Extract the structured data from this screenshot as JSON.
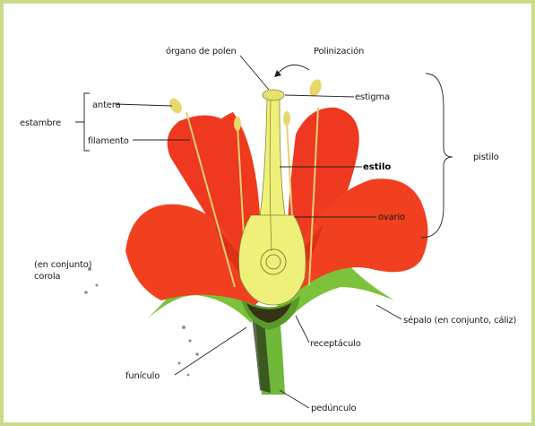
{
  "labels": {
    "pollen_organ": "órgano de polen",
    "pollination": "Polinización",
    "stamens": "estambre",
    "anther": "antera",
    "filament": "filamento",
    "stigma": "estigma",
    "style": "estilo",
    "pistil": "pistilo",
    "ovary": "ovario",
    "corolla": "(en conjunto) corola",
    "sepal": "sépalo (en conjunto, cáliz)",
    "receptacle": "receptáculo",
    "funiculus": "funículo",
    "peduncle": "pedúnculo"
  },
  "colors": {
    "petal": "#f03a1c",
    "petal_dark": "#c8200e",
    "pistil": "#eef07a",
    "stem": "#7cc23a",
    "border": "#c8dc8a"
  }
}
